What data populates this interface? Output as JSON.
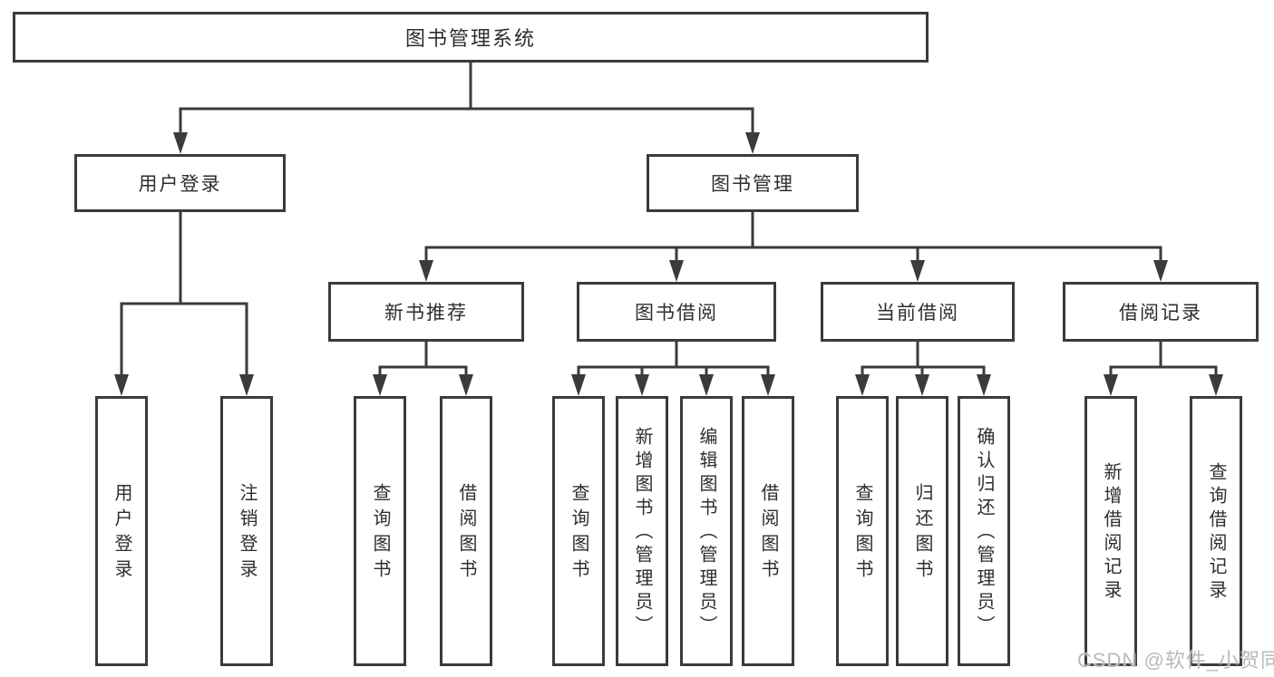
{
  "tree": {
    "label": "图书管理系统",
    "children": [
      {
        "label": "用户登录",
        "children": [
          {
            "label": "用户登录"
          },
          {
            "label": "注销登录"
          }
        ]
      },
      {
        "label": "图书管理",
        "children": [
          {
            "label": "新书推荐",
            "children": [
              {
                "label": "查询图书"
              },
              {
                "label": "借阅图书"
              }
            ]
          },
          {
            "label": "图书借阅",
            "children": [
              {
                "label": "查询图书"
              },
              {
                "label": "新增图书（管理员）"
              },
              {
                "label": "编辑图书（管理员）"
              },
              {
                "label": "借阅图书"
              }
            ]
          },
          {
            "label": "当前借阅",
            "children": [
              {
                "label": "查询图书"
              },
              {
                "label": "归还图书"
              },
              {
                "label": "确认归还（管理员）"
              }
            ]
          },
          {
            "label": "借阅记录",
            "children": [
              {
                "label": "新增借阅记录"
              },
              {
                "label": "查询借阅记录"
              }
            ]
          }
        ]
      }
    ]
  },
  "watermark": {
    "text": "CSDN @软件_小贺同学"
  },
  "colors": {
    "line": "#3b3b3b",
    "box_border": "#3b3b3b",
    "text": "#2e2e2e",
    "watermark": "#b9b9b9",
    "background": "#ffffff"
  }
}
